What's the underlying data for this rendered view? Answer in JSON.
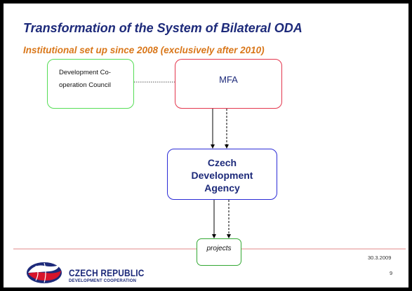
{
  "slide": {
    "title": "Transformation of the System of Bilateral ODA",
    "subtitle": "Institutional set up since 2008 (exclusively after 2010)"
  },
  "diagram": {
    "council": {
      "line1": "Development  Co-",
      "line2": "operation  Council"
    },
    "mfa": {
      "label": "MFA"
    },
    "agency": {
      "line1": "Czech",
      "line2": "Development",
      "line3": "Agency"
    },
    "projects": {
      "label": "projects"
    }
  },
  "footer": {
    "date": "30.3.2009",
    "page_number": "9",
    "logo_title": "CZECH REPUBLIC",
    "logo_subtitle": "DEVELOPMENT COOPERATION"
  },
  "colors": {
    "title": "#1d2a7a",
    "subtitle": "#d9771a",
    "council_border": "#55dd55",
    "mfa_border": "#e3364d",
    "agency_border": "#2b2bd6",
    "projects_border": "#33a833",
    "footer_line": "#e7a0a0"
  }
}
